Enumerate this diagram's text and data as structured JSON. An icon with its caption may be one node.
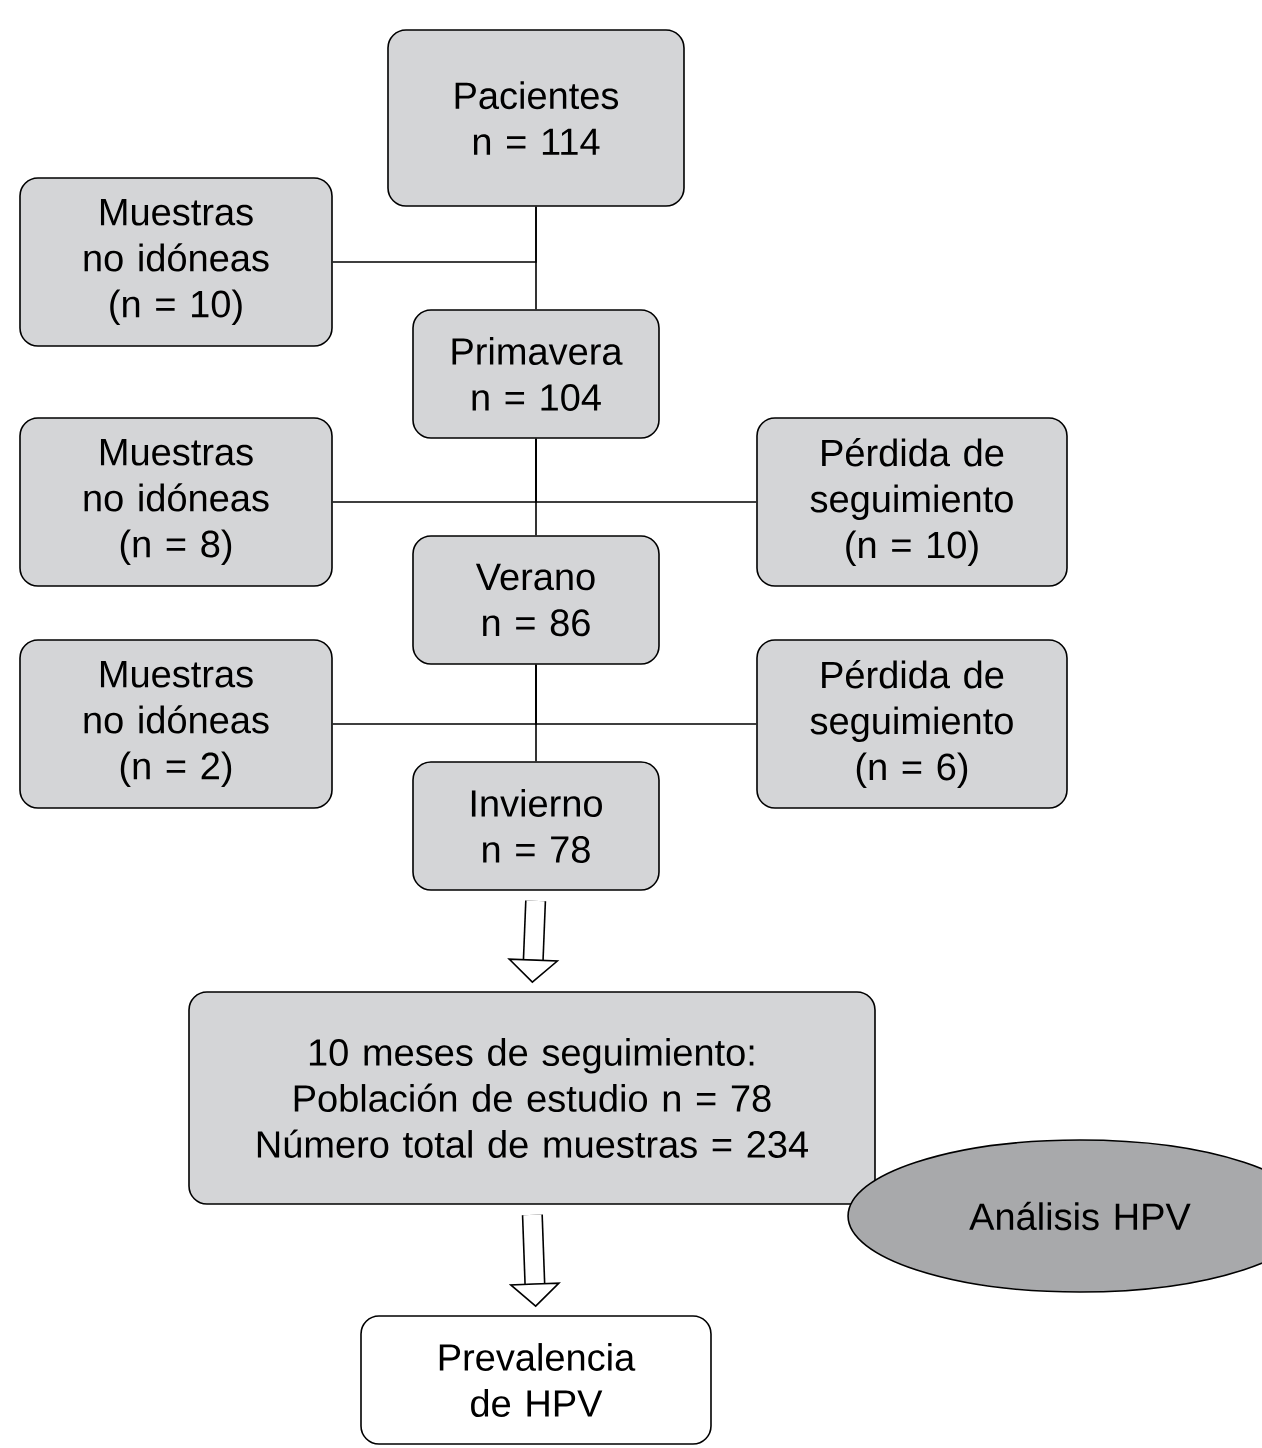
{
  "diagram": {
    "nodes": [
      {
        "text": [
          "Pacientes n = 114"
        ]
      },
      {
        "text": [
          "Muestras no idóneas (n = 10)"
        ]
      },
      {
        "text": [
          "Primavera n = 104"
        ]
      },
      {
        "text": [
          "Muestras no idóneas (n = 8)"
        ]
      },
      {
        "text": [
          "Pérdida de seguimiento (n = 10)"
        ]
      },
      {
        "text": [
          "Verano n = 86"
        ]
      },
      {
        "text": [
          "Muestras no idóneas (n = 2)"
        ]
      },
      {
        "text": [
          "Pérdida de seguimiento (n = 6)"
        ]
      },
      {
        "text": [
          "Invierno n = 78"
        ]
      },
      {
        "text": [
          "10 meses de seguimiento: Población de estudio n = 78 Número total de muestras = 234"
        ]
      },
      {
        "text": [
          "Análisis HPV"
        ]
      },
      {
        "text": [
          "Prevalencia de HPV"
        ]
      }
    ],
    "edges": [
      {
        "from": 0,
        "to": 2,
        "arrow": "none"
      },
      {
        "from": 0,
        "to": 1,
        "arrow": "none"
      },
      {
        "from": 2,
        "to": 5,
        "arrow": "none"
      },
      {
        "from": 2,
        "to": 3,
        "arrow": "none"
      },
      {
        "from": 2,
        "to": 4,
        "arrow": "none"
      },
      {
        "from": 5,
        "to": 8,
        "arrow": "none"
      },
      {
        "from": 5,
        "to": 6,
        "arrow": "none"
      },
      {
        "from": 5,
        "to": 7,
        "arrow": "none"
      },
      {
        "from": 8,
        "to": 9,
        "arrow": "to",
        "style": "thick"
      },
      {
        "from": 9,
        "to": 11,
        "arrow": "to",
        "style": "thick"
      }
    ]
  }
}
